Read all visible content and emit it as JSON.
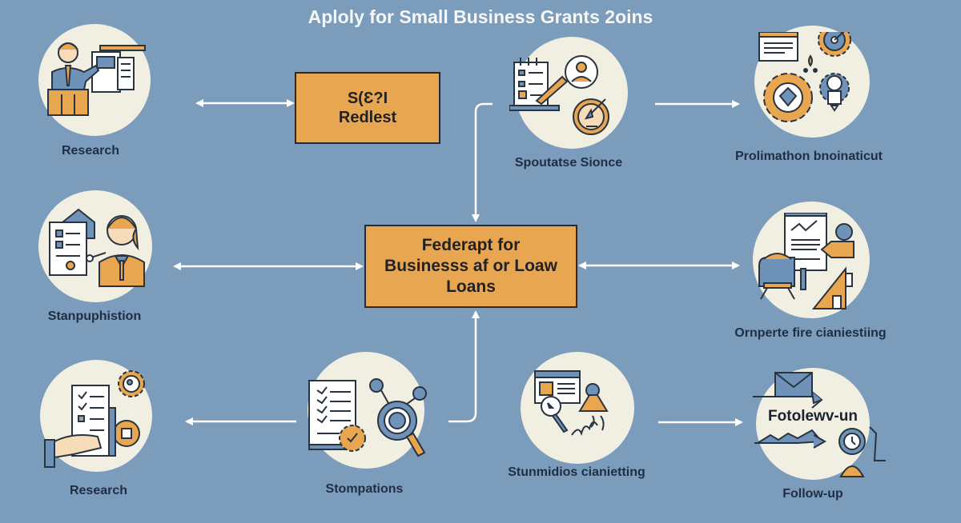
{
  "title": "Aploly for Small Business Grants 2oins",
  "colors": {
    "background": "#7b9cba",
    "circle": "#f1efe2",
    "box": "#e8a650",
    "accent_orange": "#e8a650",
    "accent_blue": "#6f93b8",
    "outline": "#2a3340",
    "arrow": "#ffffff",
    "label": "#1e2f45"
  },
  "boxes": {
    "top": {
      "line1": "S(Ɛ?I",
      "line2": "Redlest"
    },
    "center": {
      "line1": "Federapt for",
      "line2": "Businesss af or Loaw",
      "line3": "Loans"
    }
  },
  "nodes": {
    "top_left": {
      "label": "Research",
      "icon": "presenter-with-document-icon"
    },
    "top_middle": {
      "label": "Spoutatse Sionce",
      "icon": "checklist-magnifier-target-icon"
    },
    "top_right": {
      "label": "Prolimathon bnoinaticut",
      "icon": "gears-window-icon"
    },
    "mid_left": {
      "label": "Stanpuphistion",
      "icon": "woman-with-form-icon"
    },
    "mid_right": {
      "label": "Ornperte fire cianiestiing",
      "icon": "chart-document-house-icon"
    },
    "bottom_left": {
      "label": "Research",
      "icon": "hand-checklist-gear-icon"
    },
    "bottom_middle_left": {
      "label": "Stompations",
      "icon": "checklist-magnifier-network-icon"
    },
    "bottom_middle_right": {
      "label": "Stunmidios cianietting",
      "icon": "browser-search-person-icon"
    },
    "bottom_right": {
      "label": "Follow-up",
      "inner_text": "Fotolewv-un",
      "icon": "mail-arrows-clock-icon"
    }
  },
  "arrows": [
    {
      "from": "top_left",
      "to": "top_box",
      "type": "bidirectional"
    },
    {
      "from": "top_middle",
      "to": "center_box",
      "type": "elbow-down"
    },
    {
      "from": "top_middle",
      "to": "top_right",
      "type": "right"
    },
    {
      "from": "mid_left",
      "to": "center_box",
      "type": "bidirectional"
    },
    {
      "from": "center_box",
      "to": "mid_right",
      "type": "bidirectional"
    },
    {
      "from": "bottom_middle_left",
      "to": "bottom_left",
      "type": "left"
    },
    {
      "from": "bottom_middle_left",
      "to": "center_box",
      "type": "elbow-up"
    },
    {
      "from": "bottom_middle_right",
      "to": "bottom_right",
      "type": "right"
    }
  ]
}
